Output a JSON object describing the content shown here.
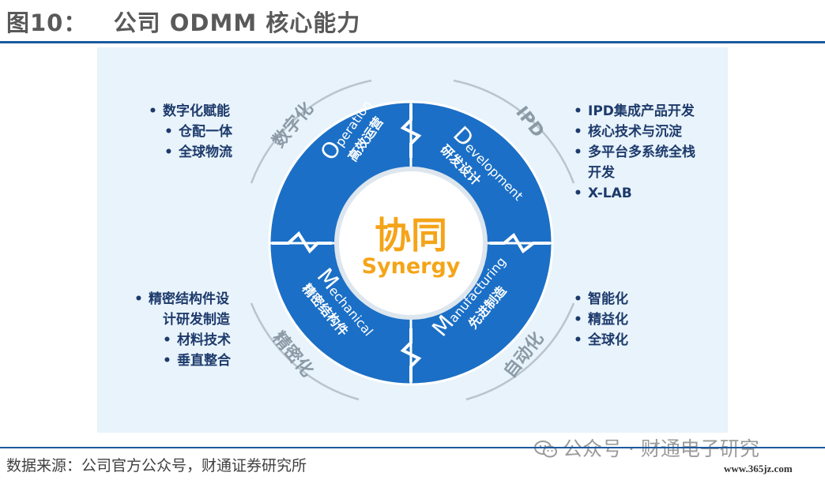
{
  "title": "图10：   公司 ODMM 核心能力",
  "center": {
    "cn": "协同",
    "en": "Synergy"
  },
  "quadrants": [
    {
      "initial": "O",
      "rest": "peration",
      "cn": "高效运营"
    },
    {
      "initial": "D",
      "rest": "evelopment",
      "cn": "研发设计"
    },
    {
      "initial": "M",
      "rest": "anufacturing",
      "cn": "先进制造"
    },
    {
      "initial": "M",
      "rest": "echanical",
      "cn": "精密结构件"
    }
  ],
  "ring_labels": {
    "top_left": "数字化",
    "top_right": "IPD",
    "bottom_right": "自动化",
    "bottom_left": "精密化"
  },
  "lists": {
    "top_left": [
      "数字化赋能",
      "仓配一体",
      "全球物流"
    ],
    "top_right": [
      "IPD集成产品开发",
      "核心技术与沉淀",
      "多平台多系统全栈",
      "开发",
      "X-LAB"
    ],
    "bottom_left": [
      "精密结构件设",
      "计研发制造",
      "材料技术",
      "垂直整合"
    ],
    "bottom_right": [
      "智能化",
      "精益化",
      "全球化"
    ]
  },
  "source": "数据来源：公司官方公众号，财通证券研究所",
  "watermark": "公众号 · 财通电子研究",
  "site": "www.365jz.com",
  "colors": {
    "brand": "#1a5a9e",
    "quadrant": "#1b6fc6",
    "accent": "#f5a418",
    "panel": "#e8f3fb"
  }
}
